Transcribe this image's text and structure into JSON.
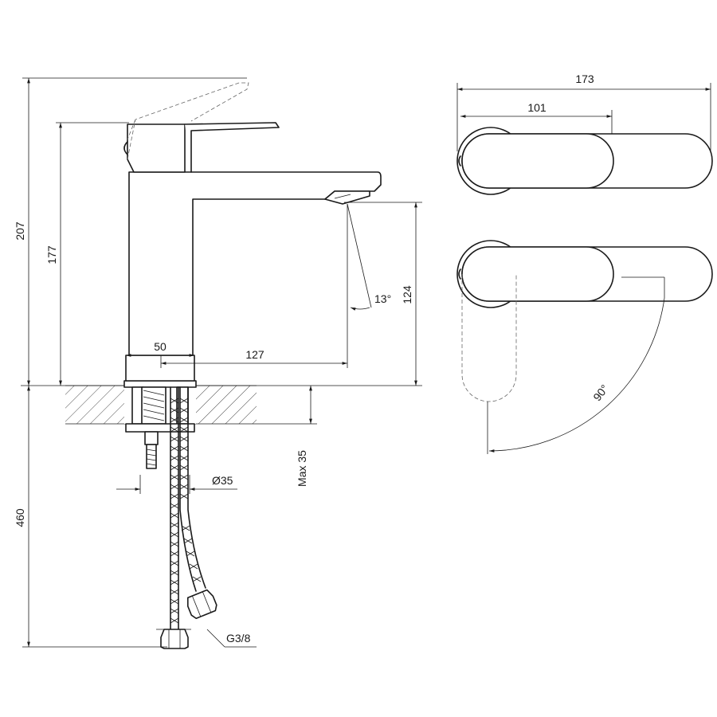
{
  "dimensions": {
    "overall_height": "207",
    "spout_height": "177",
    "below_counter": "460",
    "outlet_height": "124",
    "base_width": "50",
    "spout_reach": "127",
    "spray_angle": "13°",
    "hole_diameter": "Ø35",
    "max_counter": "Max 35",
    "connector_thread": "G3/8",
    "handle_length": "173",
    "body_length": "101",
    "rotation_angle": "90°"
  }
}
